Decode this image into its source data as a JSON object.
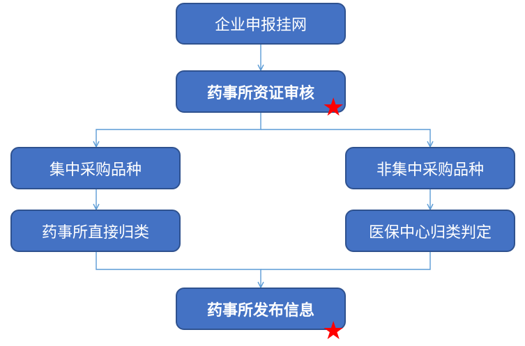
{
  "nodes": {
    "submit": "企业申报挂网",
    "review": "药事所资证审核",
    "centralized": "集中采购品种",
    "non_centralized": "非集中采购品种",
    "direct_classify": "药事所直接归类",
    "center_classify": "医保中心归类判定",
    "publish": "药事所发布信息"
  },
  "colors": {
    "box_fill": "#4472c4",
    "box_border": "#2f528f",
    "connector": "#5b9bd5",
    "star": "#ff0000"
  },
  "markers": {
    "star_icon": "★"
  }
}
